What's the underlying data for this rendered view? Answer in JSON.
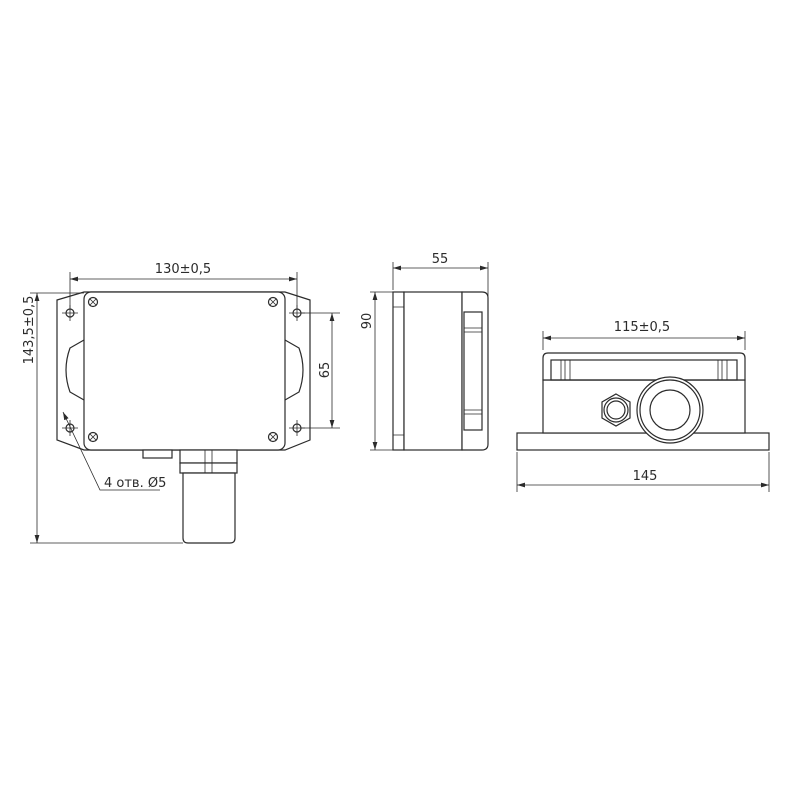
{
  "front_view": {
    "width_dim": "130±0,5",
    "hole_spacing_dim": "65",
    "height_dim": "143,5±0,5",
    "holes_note": "4 отв. Ø5"
  },
  "side_view": {
    "depth_dim": "55",
    "height_dim": "90"
  },
  "end_view": {
    "inner_width_dim": "115±0,5",
    "base_width_dim": "145"
  },
  "colors": {
    "line": "#2b2b2b",
    "background": "#ffffff"
  }
}
